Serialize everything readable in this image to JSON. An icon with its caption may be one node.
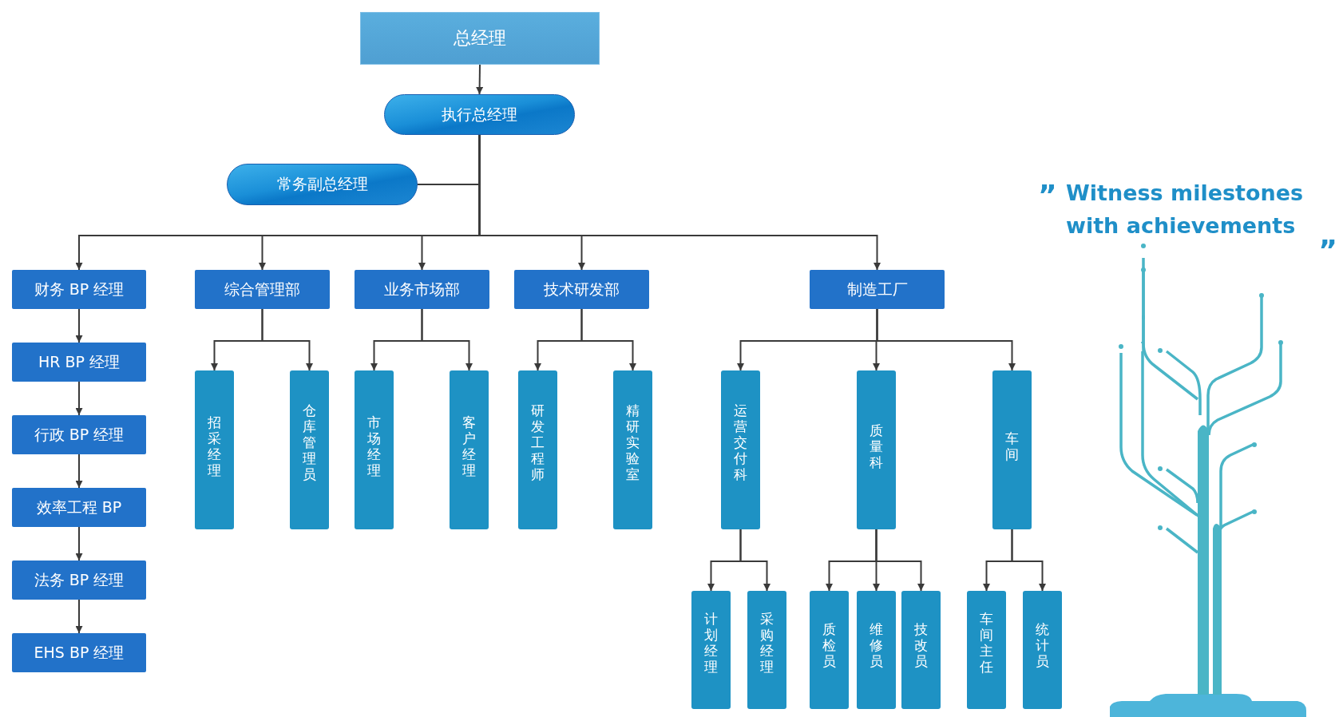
{
  "diagram": {
    "nodes": [
      {
        "text": [
          "总经理"
        ]
      },
      {
        "text": [
          "执行总经理"
        ]
      },
      {
        "text": [
          "常务副总经理"
        ]
      },
      {
        "text": [
          "财务 BP 经理"
        ]
      },
      {
        "text": [
          "综合管理部"
        ]
      },
      {
        "text": [
          "业务市场部"
        ]
      },
      {
        "text": [
          "技术研发部"
        ]
      },
      {
        "text": [
          "制造工厂"
        ]
      },
      {
        "text": [
          "HR BP 经理"
        ]
      },
      {
        "text": [
          "行政 BP 经理"
        ]
      },
      {
        "text": [
          "效率工程 BP"
        ]
      },
      {
        "text": [
          "法务 BP 经理"
        ]
      },
      {
        "text": [
          "EHS BP 经理"
        ]
      },
      {
        "text": [
          "招采经理"
        ]
      },
      {
        "text": [
          "仓库管理员"
        ]
      },
      {
        "text": [
          "市场经理"
        ]
      },
      {
        "text": [
          "客户经理"
        ]
      },
      {
        "text": [
          "研发工程师"
        ]
      },
      {
        "text": [
          "精研实验室"
        ]
      },
      {
        "text": [
          "运营交付科"
        ]
      },
      {
        "text": [
          "质量科"
        ]
      },
      {
        "text": [
          "车间"
        ]
      },
      {
        "text": [
          "计划经理"
        ]
      },
      {
        "text": [
          "采购经理"
        ]
      },
      {
        "text": [
          "质检员"
        ]
      },
      {
        "text": [
          "维修员"
        ]
      },
      {
        "text": [
          "技改员"
        ]
      },
      {
        "text": [
          "车间主任"
        ]
      },
      {
        "text": [
          "统计员"
        ]
      }
    ],
    "edges": [
      {
        "from": 0,
        "to": 1,
        "arrow": "to"
      },
      {
        "from": 1,
        "to": 2,
        "arrow": "none"
      },
      {
        "from": 1,
        "to": 3,
        "arrow": "to"
      },
      {
        "from": 1,
        "to": 4,
        "arrow": "to"
      },
      {
        "from": 1,
        "to": 5,
        "arrow": "to"
      },
      {
        "from": 1,
        "to": 6,
        "arrow": "to"
      },
      {
        "from": 1,
        "to": 7,
        "arrow": "to"
      },
      {
        "from": 3,
        "to": 8,
        "arrow": "to"
      },
      {
        "from": 8,
        "to": 9,
        "arrow": "to"
      },
      {
        "from": 9,
        "to": 10,
        "arrow": "to"
      },
      {
        "from": 10,
        "to": 11,
        "arrow": "to"
      },
      {
        "from": 11,
        "to": 12,
        "arrow": "to"
      },
      {
        "from": 4,
        "to": 13,
        "arrow": "to"
      },
      {
        "from": 4,
        "to": 14,
        "arrow": "to"
      },
      {
        "from": 5,
        "to": 15,
        "arrow": "to"
      },
      {
        "from": 5,
        "to": 16,
        "arrow": "to"
      },
      {
        "from": 6,
        "to": 17,
        "arrow": "to"
      },
      {
        "from": 6,
        "to": 18,
        "arrow": "to"
      },
      {
        "from": 7,
        "to": 19,
        "arrow": "to"
      },
      {
        "from": 7,
        "to": 20,
        "arrow": "to"
      },
      {
        "from": 7,
        "to": 21,
        "arrow": "to"
      },
      {
        "from": 19,
        "to": 22,
        "arrow": "to"
      },
      {
        "from": 19,
        "to": 23,
        "arrow": "to"
      },
      {
        "from": 20,
        "to": 24,
        "arrow": "to"
      },
      {
        "from": 20,
        "to": 25,
        "arrow": "to"
      },
      {
        "from": 20,
        "to": 26,
        "arrow": "to"
      },
      {
        "from": 21,
        "to": 27,
        "arrow": "to"
      },
      {
        "from": 21,
        "to": 28,
        "arrow": "to"
      }
    ],
    "labels": [
      "”",
      "Witness milestones with achievements",
      "„"
    ]
  }
}
